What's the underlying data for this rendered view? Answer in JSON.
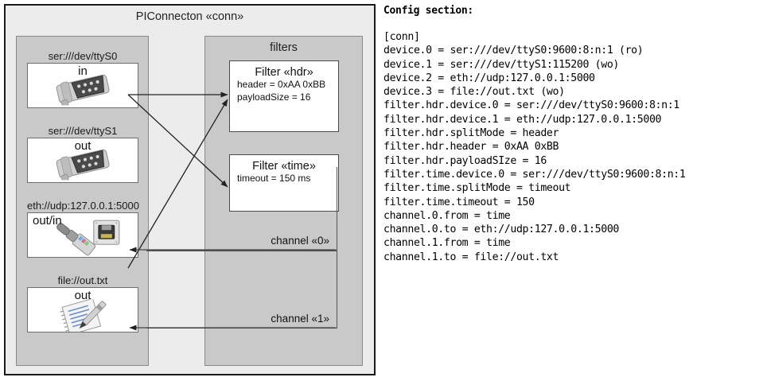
{
  "diagram": {
    "title": "PIConnecton «conn»",
    "devices_panel": {
      "title": "",
      "groups": [
        {
          "label": "ser:///dev/ttyS0",
          "direction": "in",
          "icon": "serial-port-icon"
        },
        {
          "label": "ser:///dev/ttyS1",
          "direction": "out",
          "icon": "serial-port-icon"
        },
        {
          "label": "eth://udp:127.0.0.1:5000",
          "direction": "out/in",
          "icon": "ethernet-jack-icon"
        },
        {
          "label": "file://out.txt",
          "direction": "out",
          "icon": "text-document-icon"
        }
      ]
    },
    "filters_panel": {
      "title": "filters",
      "filters": [
        {
          "title": "Filter «hdr»",
          "props": [
            "header = 0xAA 0xBB",
            "payloadSize = 16"
          ]
        },
        {
          "title": "Filter «time»",
          "props": [
            "timeout = 150 ms"
          ]
        }
      ],
      "channels": [
        {
          "label": "channel «0»"
        },
        {
          "label": "channel «1»"
        }
      ]
    }
  },
  "config": {
    "heading": "Config section:",
    "lines": [
      "[conn]",
      "device.0 = ser:///dev/ttyS0:9600:8:n:1 (ro)",
      "device.1 = ser:///dev/ttyS1:115200 (wo)",
      "device.2 = eth://udp:127.0.0.1:5000",
      "device.3 = file://out.txt (wo)",
      "filter.hdr.device.0 = ser:///dev/ttyS0:9600:8:n:1",
      "filter.hdr.device.1 = eth://udp:127.0.0.1:5000",
      "filter.hdr.splitMode = header",
      "filter.hdr.header = 0xAA 0xBB",
      "filter.hdr.payloadSIze = 16",
      "filter.time.device.0 = ser:///dev/ttyS0:9600:8:n:1",
      "filter.time.splitMode = timeout",
      "filter.time.timeout = 150",
      "channel.0.from = time",
      "channel.0.to = eth://udp:127.0.0.1:5000",
      "channel.1.from = time",
      "channel.1.to = file://out.txt"
    ]
  },
  "colors": {
    "outer_border": "#1a1a1a",
    "outer_bg": "#ececec",
    "panel_bg": "#c9c9c9",
    "panel_border": "#8a8a8a",
    "box_bg": "#ffffff",
    "arrow": "#222222"
  }
}
